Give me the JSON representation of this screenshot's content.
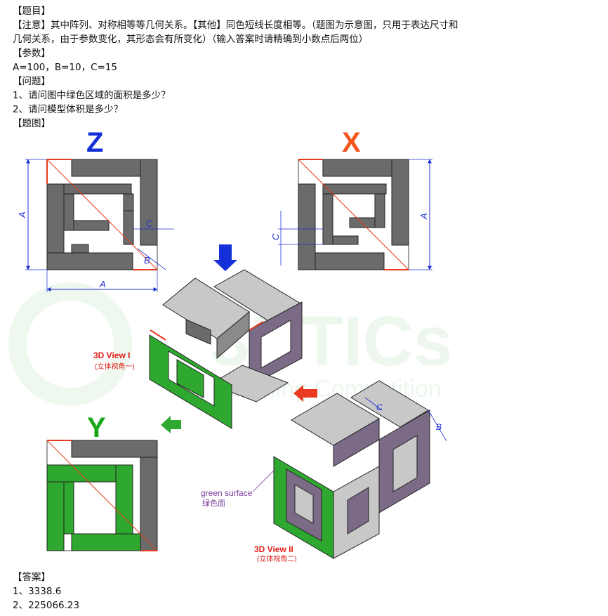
{
  "text": {
    "title_label": "【题目】",
    "note_line_1": "【注意】其中阵列、对称相等等几何关系。【其他】同色短线长度相等。（题图为示意图，只用于表达尺寸和",
    "note_line_2": "几何关系，由于参数变化，其形态会有所变化）（输入答案时请精确到小数点后两位）",
    "params_label": "【参数】",
    "params_value": "A=100，B=10，C=15",
    "question_label": "【问题】",
    "question_1": "1、请问图中绿色区域的面积是多少？",
    "question_2": "2、请问模型体积是多少？",
    "figure_label": "【题图】",
    "answer_label": "【答案】",
    "answer_1": "1、3338.6",
    "answer_2": "2、225066.23"
  },
  "figure": {
    "view_z_letter": "Z",
    "view_x_letter": "X",
    "view_y_letter": "Y",
    "dim_a": "A",
    "dim_b": "B",
    "dim_c": "C",
    "view1_title": "3D View I",
    "view1_subtitle": "(立体视角一)",
    "view2_title": "3D View II",
    "view2_subtitle": "(立体视角二)",
    "green_surface_en": "green surface",
    "green_surface_cn": "绿色面",
    "watermark_main": "3DTICs",
    "watermark_sub": "Modeling Competition",
    "colors": {
      "gray_face": "#6b6b6b",
      "light_face": "#c8c8c8",
      "purple_face": "#7b6b86",
      "green_face": "#2ea82e",
      "dim_blue": "#1f2fd6",
      "red_line": "#e83a1e",
      "z_color": "#1530d8",
      "x_color": "#f2561d",
      "y_color": "#18a818",
      "view_label_red": "#e0201a",
      "annotation_purple": "#7a3a9a"
    }
  }
}
